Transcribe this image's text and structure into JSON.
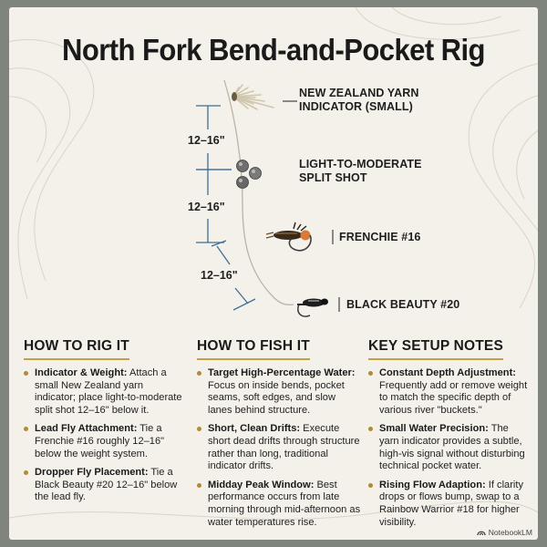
{
  "title": "North Fork Bend-and-Pocket Rig",
  "rig": {
    "labels": {
      "indicator": "NEW ZEALAND YARN\nINDICATOR (SMALL)",
      "split_shot": "LIGHT-TO-MODERATE\nSPLIT SHOT",
      "lead_fly": "FRENCHIE #16",
      "dropper_fly": "BLACK BEAUTY #20"
    },
    "measurements": [
      "12–16\"",
      "12–16\"",
      "12–16\""
    ]
  },
  "sections": [
    {
      "heading": "HOW TO RIG IT",
      "items": [
        {
          "title": "Indicator & Weight:",
          "text": " Attach a small New Zealand yarn indicator; place light-to-moderate split shot 12–16\" below it."
        },
        {
          "title": "Lead Fly Attachment:",
          "text": " Tie a Frenchie #16 roughly 12–16\" below the weight system."
        },
        {
          "title": "Dropper Fly Placement:",
          "text": " Tie a Black Beauty #20 12–16\" below the lead fly."
        }
      ]
    },
    {
      "heading": "HOW TO FISH IT",
      "items": [
        {
          "title": "Target High-Percentage Water:",
          "text": " Focus on inside bends, pocket seams, soft edges, and slow lanes behind structure."
        },
        {
          "title": "Short, Clean Drifts:",
          "text": " Execute short dead drifts through structure rather than long, traditional indicator drifts."
        },
        {
          "title": "Midday Peak Window:",
          "text": " Best performance occurs from late morning through mid-afternoon as water temperatures rise."
        }
      ]
    },
    {
      "heading": "KEY SETUP NOTES",
      "items": [
        {
          "title": "Constant Depth Adjustment:",
          "text": " Frequently add or remove weight to match the specific depth of various river \"buckets.\""
        },
        {
          "title": "Small Water Precision:",
          "text": " The yarn indicator provides a subtle, high-vis signal without disturbing technical pocket water."
        },
        {
          "title": "Rising Flow Adaption:",
          "text": " If clarity drops or flows bump, swap to a Rainbow Warrior #18 for higher visibility."
        }
      ]
    }
  ],
  "footer": {
    "brand": "NotebookLM",
    "icon": "notebooklm-icon"
  },
  "colors": {
    "accent": "#c3a04a",
    "bracket": "#3f6f95",
    "background": "#f4f1ea",
    "frame": "#7f847d"
  }
}
